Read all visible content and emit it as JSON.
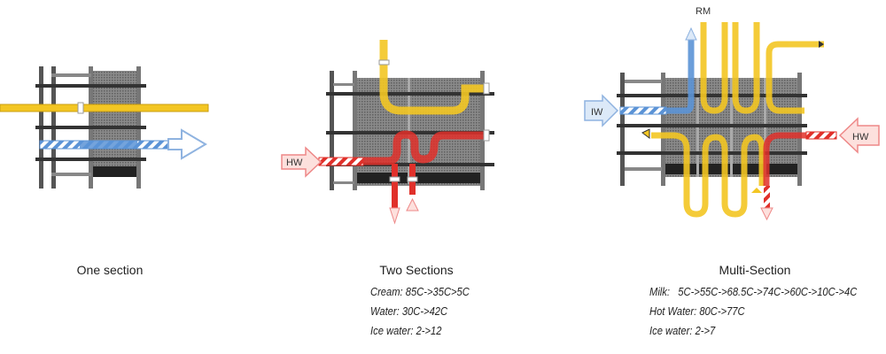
{
  "colors": {
    "product": "#f3c623",
    "ice_water": "#5b93d6",
    "hot_water": "#e0302a",
    "frame": "#3a3a3a",
    "plates": "#7a7a7a"
  },
  "diagrams": [
    {
      "caption": "One section",
      "labels": [],
      "notes": []
    },
    {
      "caption": "Two Sections",
      "labels": [
        "HW"
      ],
      "notes": [
        "Cream: 85C->35C>5C",
        "Water: 30C->42C",
        "Ice water: 2->12"
      ]
    },
    {
      "caption": "Multi-Section",
      "labels": [
        "RM",
        "IW",
        "HW"
      ],
      "notes": [
        "Milk:   5C->55C->68.5C->74C->60C->10C->4C",
        "Hot Water: 80C->77C",
        "Ice water: 2->7"
      ]
    }
  ]
}
